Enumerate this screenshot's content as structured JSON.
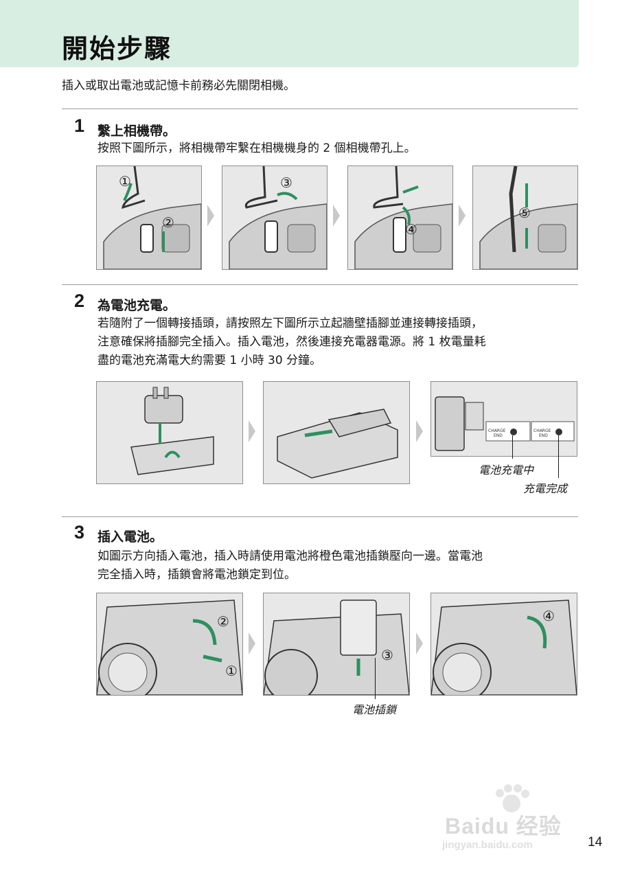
{
  "header": {
    "title": "開始步驟"
  },
  "intro": "插入或取出電池或記憶卡前務必先關閉相機。",
  "steps": [
    {
      "number": "1",
      "title": "繫上相機帶。",
      "body": [
        "按照下圖所示，將相機帶牢繫在相機機身的 2 個相機帶孔上。"
      ],
      "callouts": [
        "①",
        "②",
        "③",
        "④",
        "⑤"
      ]
    },
    {
      "number": "2",
      "title": "為電池充電。",
      "body": [
        "若隨附了一個轉接插頭，請按照左下圖所示立起牆壁插腳並連接轉接插頭，",
        "注意確保將插腳完全插入。插入電池，然後連接充電器電源。將 1 枚電量耗",
        "盡的電池充滿電大約需要 1 小時 30 分鐘。"
      ],
      "captions": [
        "電池充電中",
        "充電完成"
      ],
      "charger_labels": [
        "CHARGE",
        "END",
        "CHARGE",
        "END"
      ]
    },
    {
      "number": "3",
      "title": "插入電池。",
      "body": [
        "如圖示方向插入電池，插入時請使用電池將橙色電池插鎖壓向一邊。當電池",
        "完全插入時，插鎖會將電池鎖定到位。"
      ],
      "callouts": [
        "②",
        "①",
        "③",
        "④"
      ],
      "captions": [
        "電池插鎖"
      ]
    }
  ],
  "watermark": {
    "main": "Baidu 经验",
    "sub": "jingyan.baidu.com"
  },
  "page_number": "14",
  "colors": {
    "title_band": "#d8eee2",
    "arrow_green": "#2f8f5f"
  }
}
